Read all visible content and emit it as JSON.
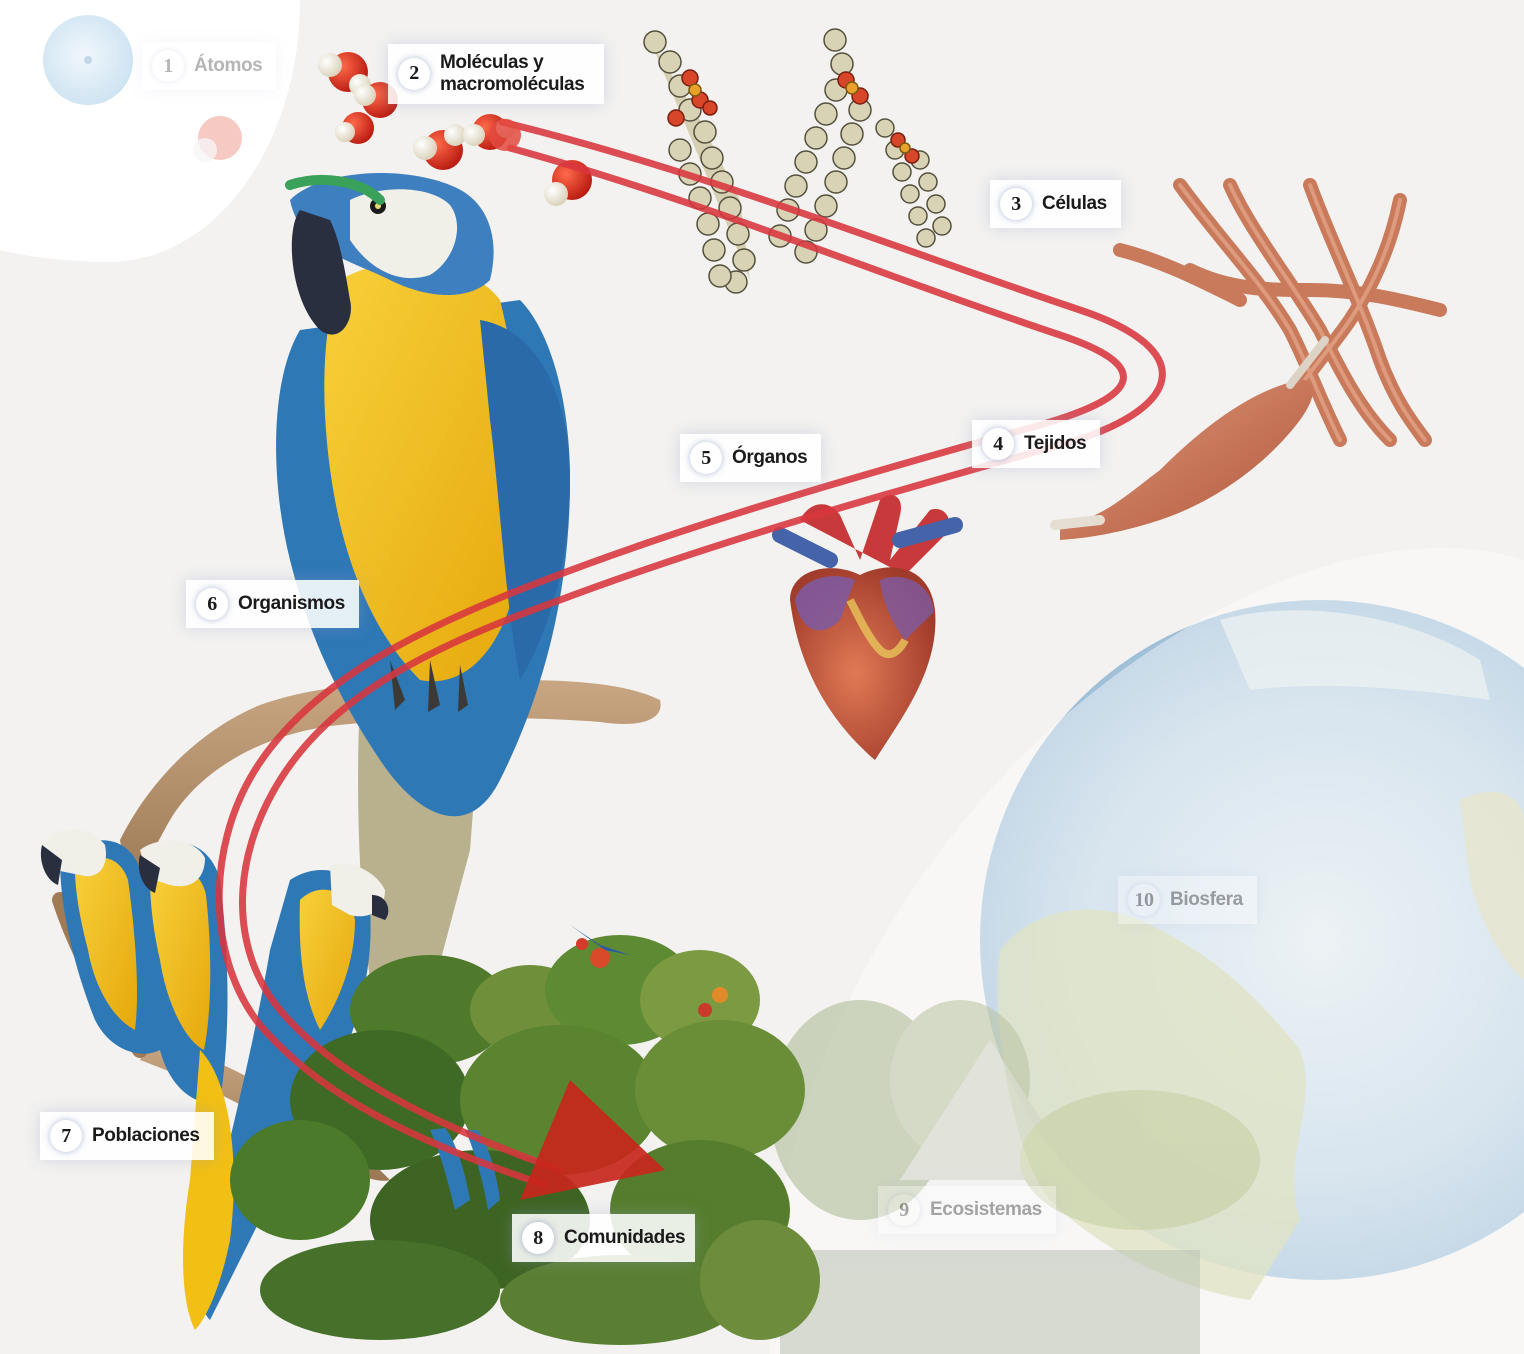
{
  "levels": [
    {
      "num": "1",
      "label": "Átomos"
    },
    {
      "num": "2",
      "label": "Moléculas y\nmacromoléculas"
    },
    {
      "num": "3",
      "label": "Células"
    },
    {
      "num": "4",
      "label": "Tejidos"
    },
    {
      "num": "5",
      "label": "Órganos"
    },
    {
      "num": "6",
      "label": "Organismos"
    },
    {
      "num": "7",
      "label": "Poblaciones"
    },
    {
      "num": "8",
      "label": "Comunidades"
    },
    {
      "num": "9",
      "label": "Ecosistemas"
    },
    {
      "num": "10",
      "label": "Biosfera"
    }
  ],
  "colors": {
    "arrow": "#d9363e",
    "arrow_head": "#c8261c",
    "macaw_blue": "#2f78b6",
    "macaw_yellow": "#f2bf14",
    "muscle": "#c56a4a",
    "heart": "#c0523a",
    "earth_ocean": "#b8d2e6",
    "earth_land": "#c7cf97"
  },
  "icons": [
    "atom-icon",
    "water-molecule-icon",
    "lipid-chain-icon",
    "muscle-fiber-icon",
    "muscle-tissue-icon",
    "heart-icon",
    "macaw-icon",
    "forest-icon",
    "earth-icon"
  ]
}
